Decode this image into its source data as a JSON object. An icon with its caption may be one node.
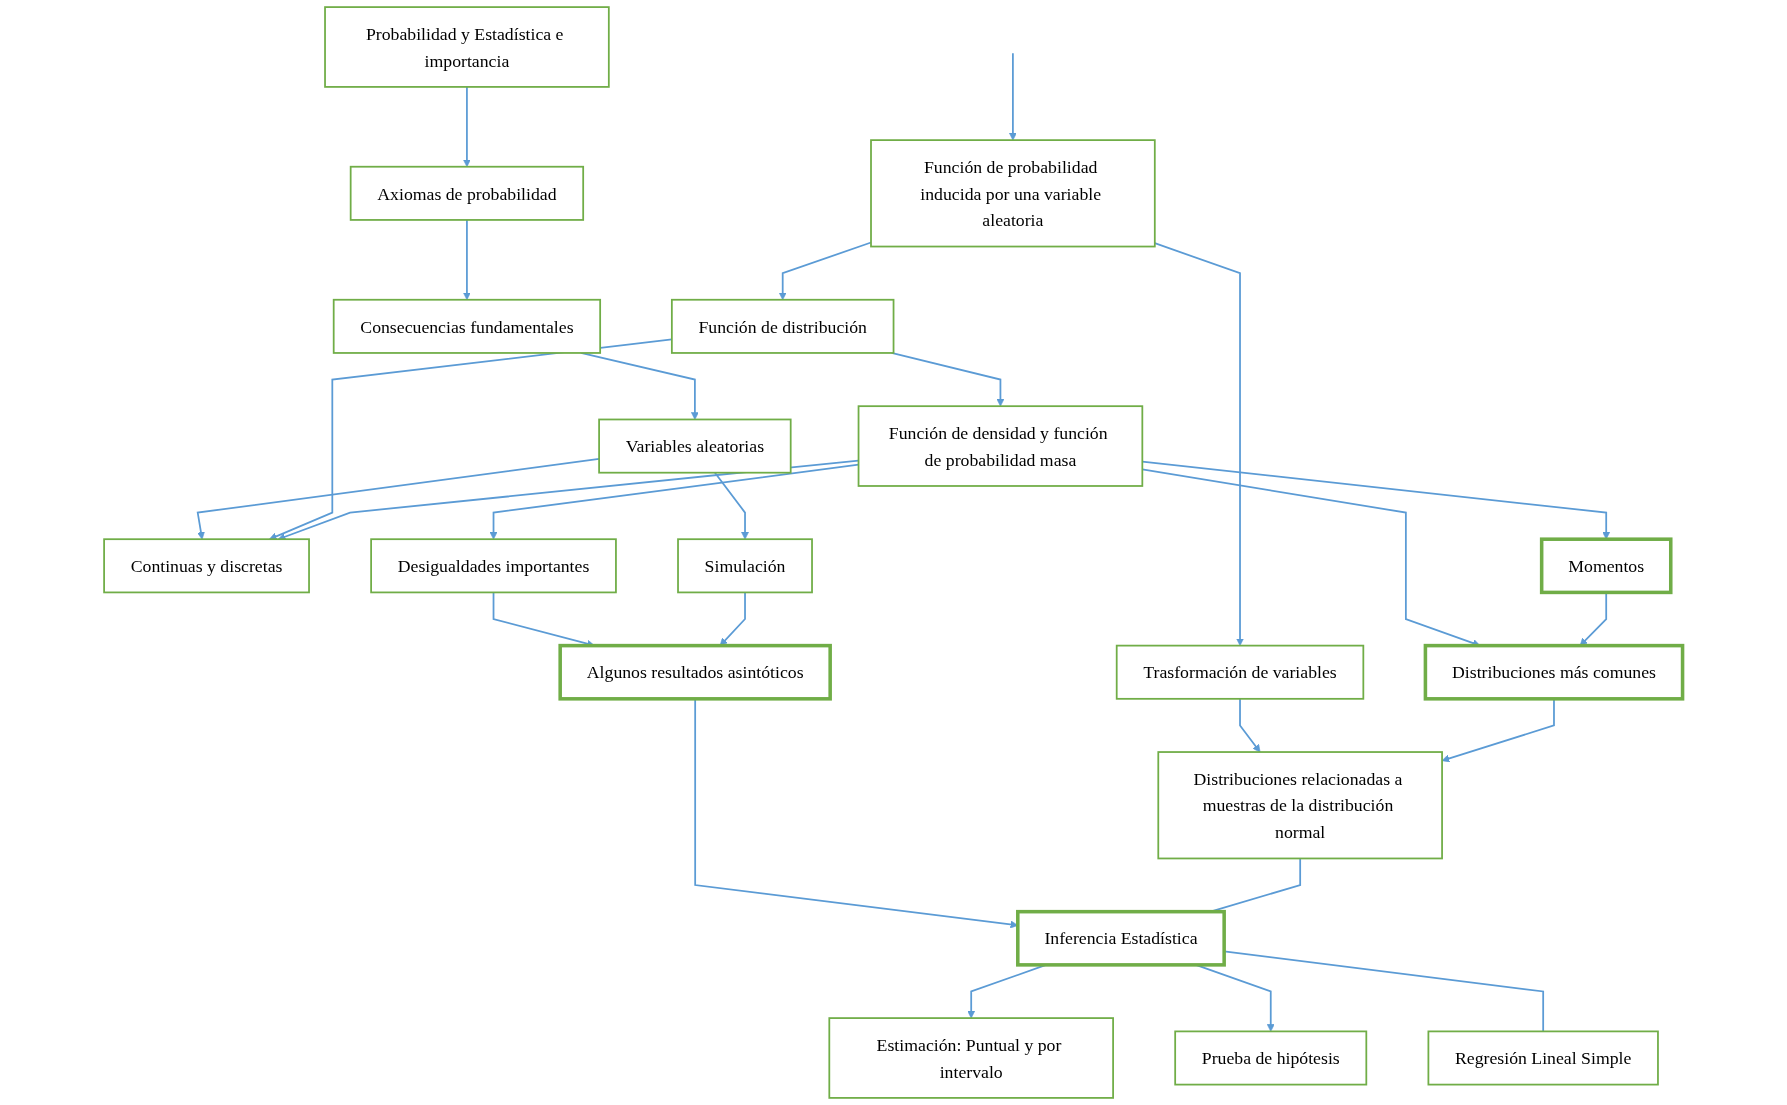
{
  "diagram": {
    "nodes": [
      {
        "text": [
          "Probabilidad y Estadística e importancia"
        ]
      },
      {
        "text": [
          "Axiomas de probabilidad"
        ]
      },
      {
        "text": [
          "Consecuencias fundamentales"
        ]
      },
      {
        "text": [
          "Variables aleatorias"
        ]
      },
      {
        "text": [
          "Función de probabilidad inducida por una variable aleatoria"
        ]
      },
      {
        "text": [
          "Trasformación de variables"
        ]
      },
      {
        "text": [
          "Distribuciones relacionadas a muestras de la distribución normal"
        ]
      },
      {
        "text": [
          "Continuas y discretas"
        ]
      },
      {
        "text": [
          "Función de distribución"
        ]
      },
      {
        "text": [
          "Inferencia Estadística"
        ]
      },
      {
        "text": [
          "Función de densidad y función de probabilidad masa"
        ]
      },
      {
        "text": [
          "Momentos"
        ]
      },
      {
        "text": [
          "Desigualdades importantes"
        ]
      },
      {
        "text": [
          "Distribuciones más comunes"
        ]
      },
      {
        "text": [
          "Estimación: Puntual y por intervalo"
        ]
      },
      {
        "text": [
          "Simulación"
        ]
      },
      {
        "text": [
          "Prueba de hipótesis"
        ]
      },
      {
        "text": [
          "Algunos resultados asintóticos"
        ]
      },
      {
        "text": [
          "Regresión Lineal Simple"
        ]
      }
    ],
    "edges": [
      {
        "from": 0,
        "to": 1,
        "arrow": "to"
      },
      {
        "from": 1,
        "to": 2,
        "arrow": "to"
      },
      {
        "from": 2,
        "to": 3,
        "arrow": "to"
      },
      {
        "from": null,
        "to": 4,
        "arrow": "to"
      },
      {
        "from": 4,
        "to": 5,
        "arrow": "to"
      },
      {
        "from": 5,
        "to": 6,
        "arrow": "to"
      },
      {
        "from": 3,
        "to": 7,
        "arrow": "to"
      },
      {
        "from": 3,
        "to": 15,
        "arrow": "to"
      },
      {
        "from": 4,
        "to": 8,
        "arrow": "to"
      },
      {
        "from": 8,
        "to": 7,
        "arrow": "to"
      },
      {
        "from": 8,
        "to": 10,
        "arrow": "to"
      },
      {
        "from": 10,
        "to": 7,
        "arrow": "to"
      },
      {
        "from": 10,
        "to": 11,
        "arrow": "to"
      },
      {
        "from": 10,
        "to": 13,
        "arrow": "to"
      },
      {
        "from": 10,
        "to": 12,
        "arrow": "to"
      },
      {
        "from": 11,
        "to": 13,
        "arrow": "to"
      },
      {
        "from": 12,
        "to": 17,
        "arrow": "to"
      },
      {
        "from": 13,
        "to": 6,
        "arrow": "to"
      },
      {
        "from": 15,
        "to": 17,
        "arrow": "to"
      },
      {
        "from": 17,
        "to": 9,
        "arrow": "to"
      },
      {
        "from": 6,
        "to": 9,
        "arrow": "none"
      },
      {
        "from": 9,
        "to": 14,
        "arrow": "to"
      },
      {
        "from": 9,
        "to": 16,
        "arrow": "to"
      },
      {
        "from": 9,
        "to": 18,
        "arrow": "none"
      }
    ]
  }
}
